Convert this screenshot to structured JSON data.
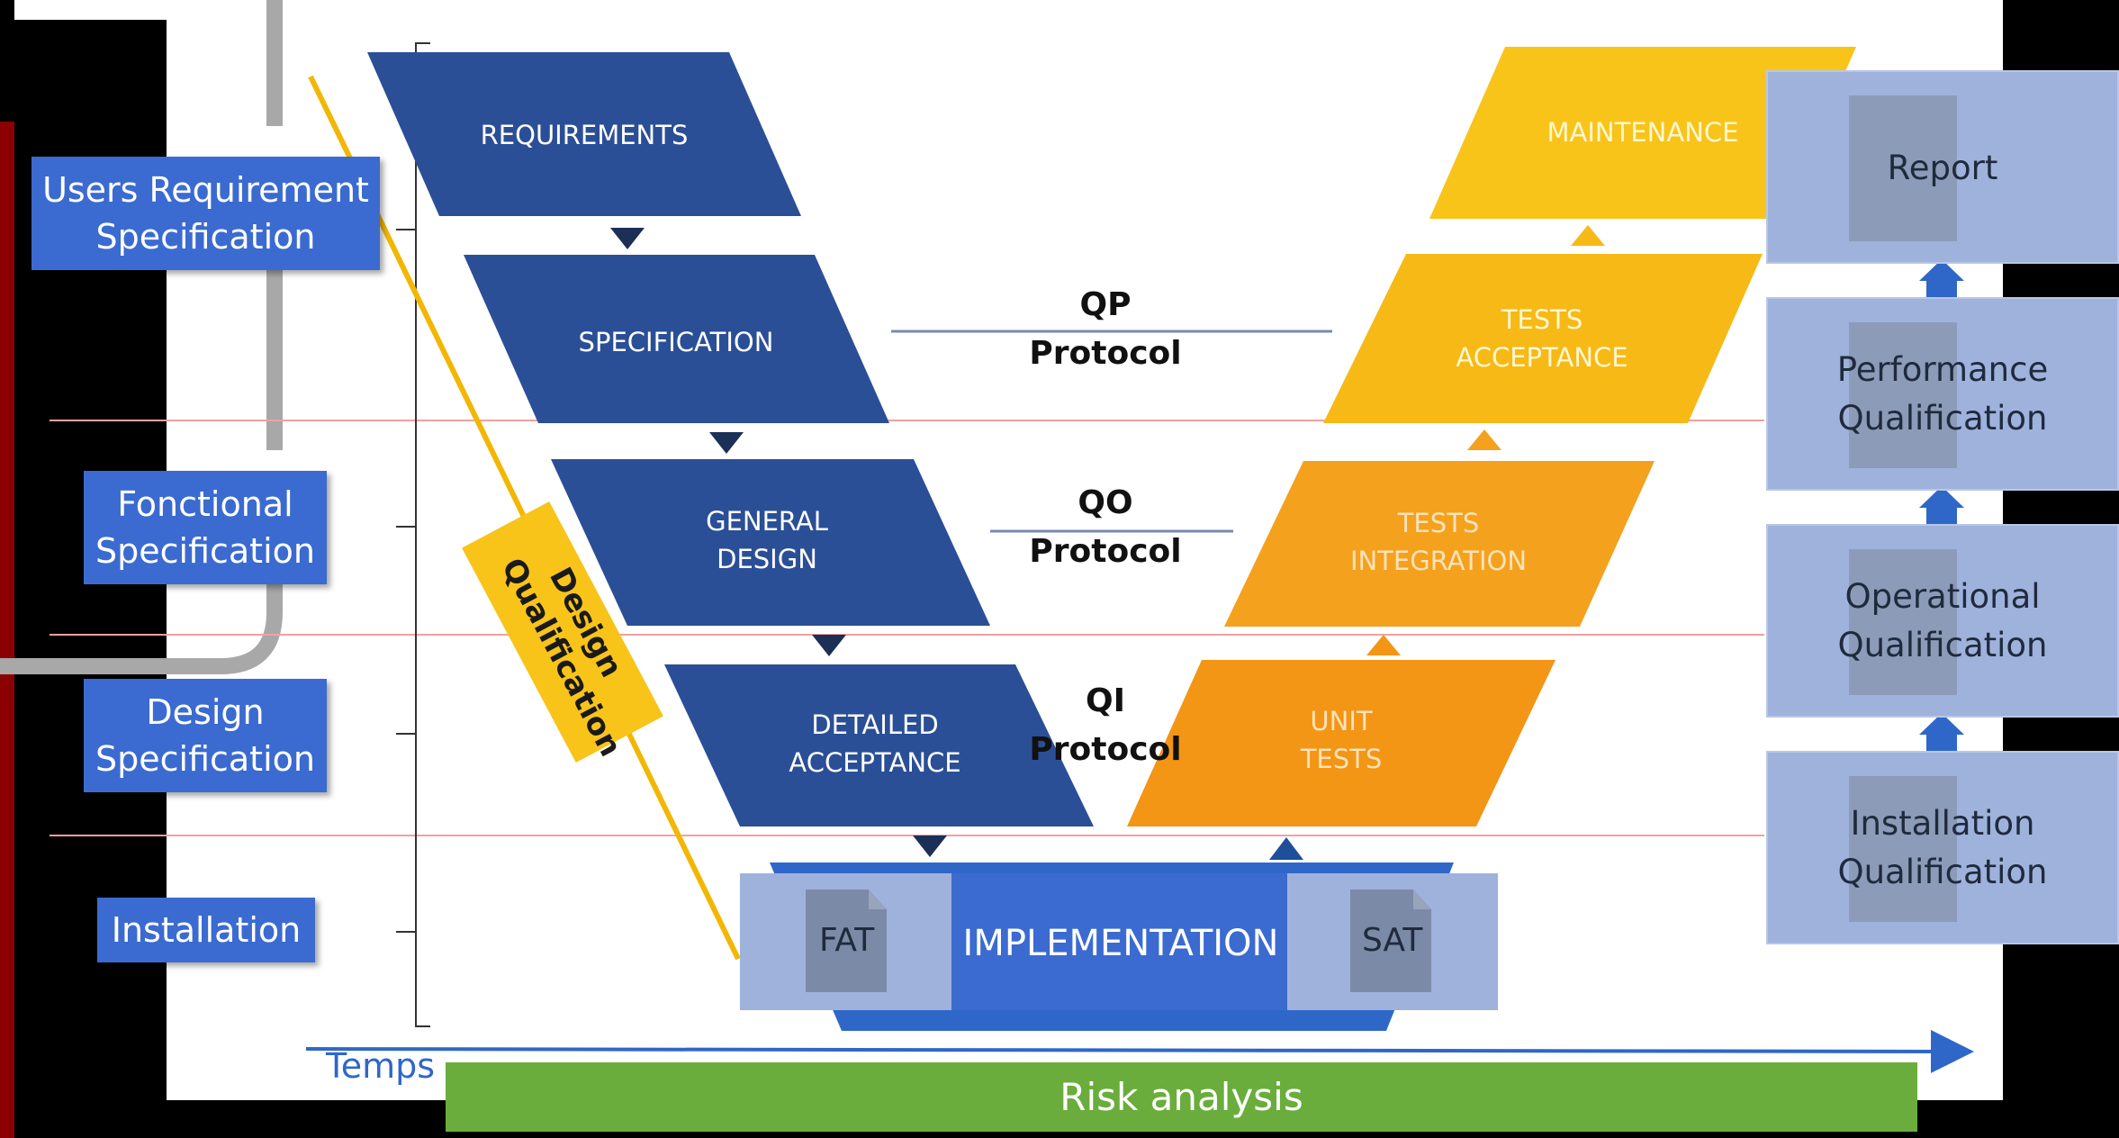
{
  "left_specs": [
    {
      "label": "Users Requirement\nSpecification"
    },
    {
      "label": "Fonctional\nSpecification"
    },
    {
      "label": "Design\nSpecification"
    },
    {
      "label": "Installation"
    }
  ],
  "v_left": [
    "REQUIREMENTS",
    "SPECIFICATION",
    "GENERAL\nDESIGN",
    "DETAILED\nACCEPTANCE"
  ],
  "v_right": [
    "MAINTENANCE",
    "TESTS\nACCEPTANCE",
    "TESTS\nINTEGRATION",
    "UNIT\nTESTS"
  ],
  "protocols": [
    {
      "label": "QP\nProtocol"
    },
    {
      "label": "QO\nProtocol"
    },
    {
      "label": "QI\nProtocol"
    }
  ],
  "design_qualification": "Design\nQualification",
  "implementation": {
    "label": "IMPLEMENTATION",
    "left_doc": "FAT",
    "right_doc": "SAT"
  },
  "right_quals": [
    {
      "label": "Report"
    },
    {
      "label": "Performance\nQualification"
    },
    {
      "label": "Operational\nQualification"
    },
    {
      "label": "Installation\nQualification"
    }
  ],
  "time_axis_label": "Temps",
  "risk_analysis": "Risk analysis",
  "colors": {
    "dark_blue": "#2b4f96",
    "mid_blue": "#3b6bd0",
    "light_blue": "#9fb2dc",
    "orange": "#f39a1e",
    "yellow": "#f8c41a",
    "green": "#6aad3c",
    "dark_red": "#8b0000"
  }
}
